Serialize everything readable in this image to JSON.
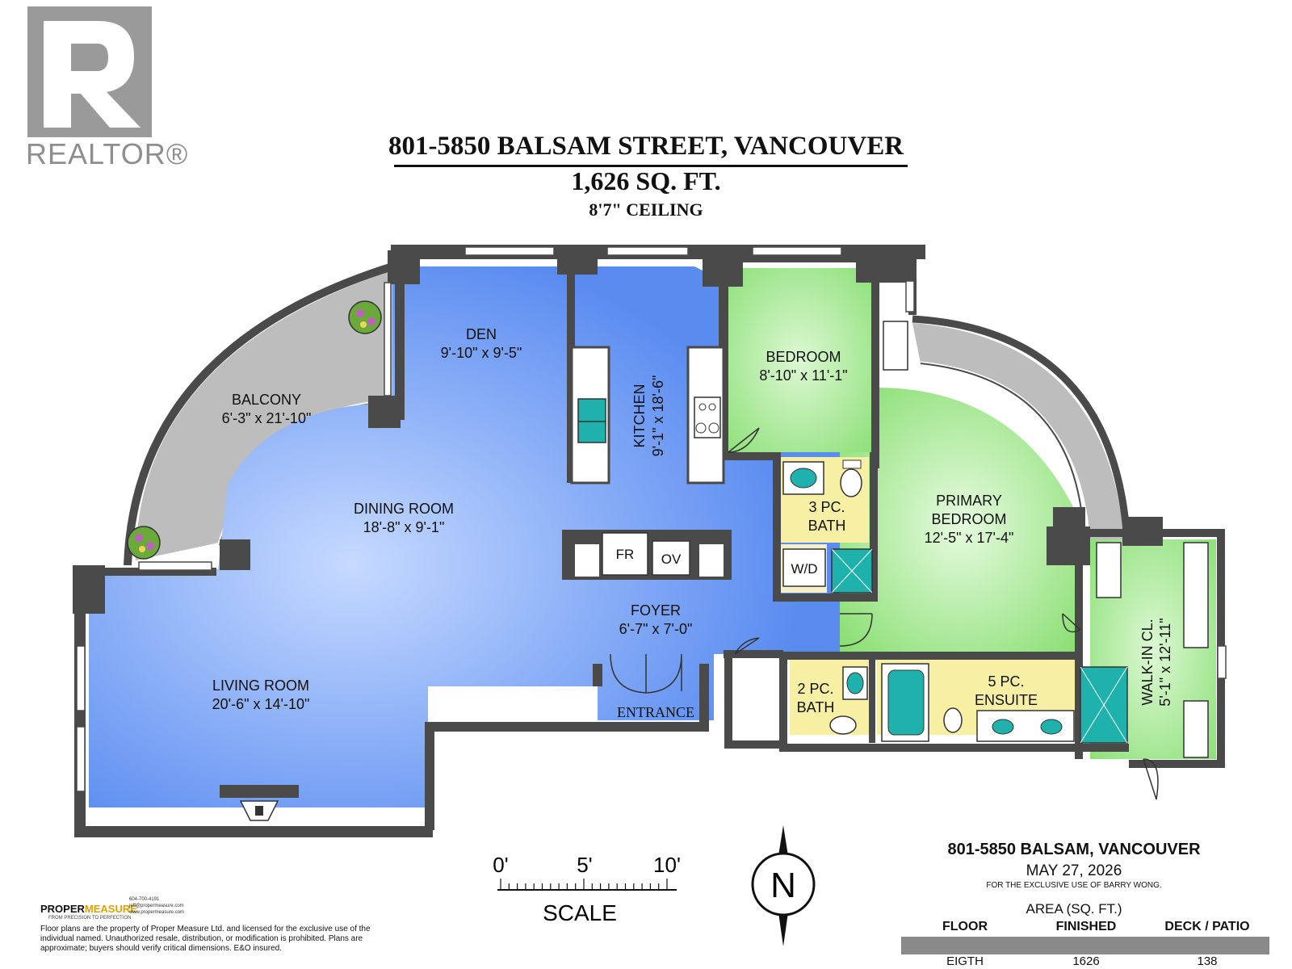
{
  "logo": {
    "word": "REALTOR®",
    "icon": "realtor-r-logo-icon"
  },
  "header": {
    "address": "801-5850 BALSAM STREET, VANCOUVER",
    "area": "1,626 SQ. FT.",
    "ceiling": "8'7\" CEILING"
  },
  "rooms": {
    "balcony": {
      "name": "BALCONY",
      "dims": "6'-3\" x 21'-10\""
    },
    "den": {
      "name": "DEN",
      "dims": "9'-10\" x 9'-5\""
    },
    "kitchen": {
      "name": "KITCHEN",
      "dims": "9'-1\" x 18'-6\""
    },
    "bedroom": {
      "name": "BEDROOM",
      "dims": "8'-10\" x 11'-1\""
    },
    "dining": {
      "name": "DINING ROOM",
      "dims": "18'-8\" x 9'-1\""
    },
    "bath3": {
      "name1": "3 PC.",
      "name2": "BATH"
    },
    "primary": {
      "name1": "PRIMARY",
      "name2": "BEDROOM",
      "dims": "12'-5\" x 17'-4\""
    },
    "foyer": {
      "name": "FOYER",
      "dims": "6'-7\" x 7'-0\""
    },
    "living": {
      "name": "LIVING ROOM",
      "dims": "20'-6\" x 14'-10\""
    },
    "bath2": {
      "name1": "2 PC.",
      "name2": "BATH"
    },
    "ensuite": {
      "name1": "5 PC.",
      "name2": "ENSUITE"
    },
    "walkin": {
      "name": "WALK-IN CL.",
      "dims": "5'-1\" x 12'-11\""
    }
  },
  "fixtures": {
    "fridge": "FR",
    "oven": "OV",
    "washer_dryer": "W/D"
  },
  "entrance": "ENTRANCE",
  "scale": {
    "t0": "0'",
    "t5": "5'",
    "t10": "10'",
    "label": "SCALE"
  },
  "north": "N",
  "info": {
    "address": "801-5850 BALSAM, VANCOUVER",
    "date": "MAY 27, 2026",
    "exclusive": "FOR THE EXCLUSIVE USE OF BARRY WONG.",
    "area_title": "AREA (SQ. FT.)",
    "table": {
      "headers": [
        "FLOOR",
        "FINISHED",
        "DECK / PATIO"
      ],
      "row": [
        "EIGTH",
        "1626",
        "138"
      ]
    }
  },
  "proper_measure": {
    "logo_a": "PROPER",
    "logo_b": "MEASURE",
    "tagline": "FROM PRECISION TO PERFECTION",
    "phone": "604-700-4191",
    "email": "jeff@propermeasure.com",
    "web": "www.propermeasure.com"
  },
  "disclaimer": "Floor plans are the property of Proper Measure Ltd. and licensed for the exclusive use of the individual named. Unauthorized resale, distribution, or modification is prohibited. Plans are approximate; buyers should verify critical dimensions. E&O insured.",
  "colors": {
    "wall": "#4a4a4a",
    "blue_room": "#5b8ff0",
    "blue_center": "#bcd3fb",
    "green_room": "#8fe07a",
    "balcony": "#b8b8b8",
    "bath": "#f7f0a8",
    "fixture": "#1fb2ac"
  }
}
